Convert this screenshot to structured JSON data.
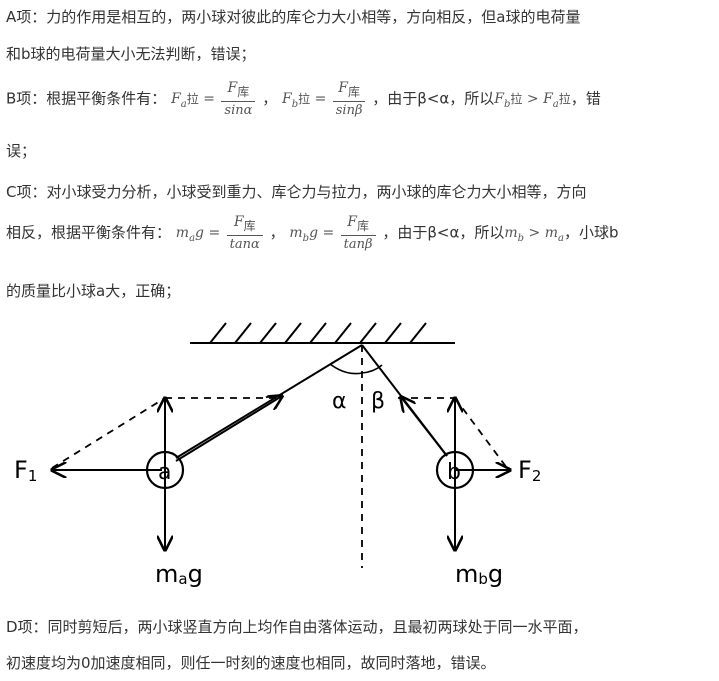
{
  "a": {
    "line1": "A项：力的作用是相互的，两小球对彼此的库仑力大小相等，方向相反，但a球的电荷量",
    "line2": "和b球的电荷量大小无法判断，错误；"
  },
  "b": {
    "lead": "B项：根据平衡条件有：",
    "eq1_lhs": "F",
    "eq1_lhs_sub": "a",
    "eq1_la": "拉",
    "eq1_num": "F",
    "eq1_num_sub": "库",
    "eq1_den": "sinα",
    "sep": "，",
    "eq2_lhs": "F",
    "eq2_lhs_sub": "b",
    "eq2_la": "拉",
    "eq2_num": "F",
    "eq2_num_sub": "库",
    "eq2_den": "sinβ",
    "mid": "，由于β<α，所以",
    "cmp_l": "F",
    "cmp_l_sub": "b",
    "cmp_l_la": "拉",
    "cmp_op": " > ",
    "cmp_r": "F",
    "cmp_r_sub": "a",
    "cmp_r_la": "拉",
    "tail": "，错",
    "line2": "误；"
  },
  "c": {
    "line1": "C项：对小球受力分析，小球受到重力、库仑力与拉力，两小球的库仑力大小相等，方向",
    "lead": "相反，根据平衡条件有：",
    "eq1_lhs": "m",
    "eq1_lhs_sub": "a",
    "eq1_g": "g",
    "eq1_num": "F",
    "eq1_num_sub": "库",
    "eq1_den": "tanα",
    "sep": "，",
    "eq2_lhs": "m",
    "eq2_lhs_sub": "b",
    "eq2_g": "g",
    "eq2_num": "F",
    "eq2_num_sub": "库",
    "eq2_den": "tanβ",
    "mid": "，由于β<α，所以",
    "cmp_l": "m",
    "cmp_l_sub": "b",
    "cmp_op": " > ",
    "cmp_r": "m",
    "cmp_r_sub": "a",
    "tail": "，小球b",
    "line3": "的质量比小球a大，正确；"
  },
  "diagram": {
    "alpha": "α",
    "beta": "β",
    "f1": "F",
    "f1_sub": "1",
    "f2": "F",
    "f2_sub": "2",
    "ball_a": "a",
    "ball_b": "b",
    "mag_m": "m",
    "mag_sub": "a",
    "mag_g": "g",
    "mbg_m": "m",
    "mbg_sub": "b",
    "mbg_g": "g"
  },
  "d": {
    "line1": "D项：同时剪短后，两小球竖直方向上均作自由落体运动，且最初两球处于同一水平面，",
    "line2": "初速度均为0加速度相同，则任一时刻的速度也相同，故同时落地，错误。"
  }
}
